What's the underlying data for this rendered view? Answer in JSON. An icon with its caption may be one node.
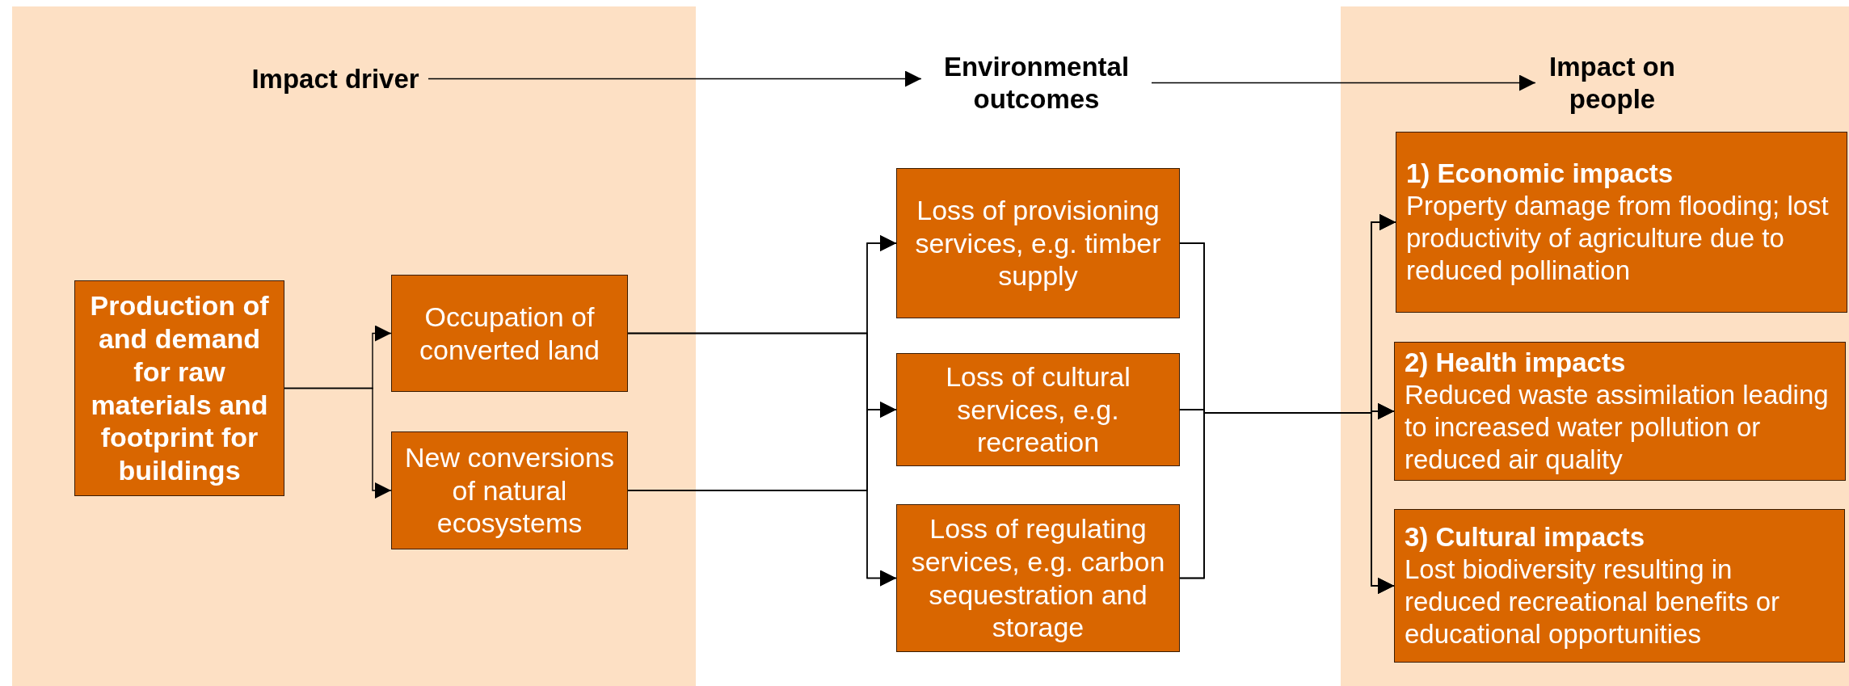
{
  "diagram": {
    "nodes": [
      {
        "text": [
          "Impact driver"
        ]
      },
      {
        "text": [
          "Environmental outcomes"
        ]
      },
      {
        "text": [
          "Impact on people"
        ]
      },
      {
        "text": [
          "Production of and demand for raw materials and footprint for buildings"
        ]
      },
      {
        "text": [
          "Occupation of converted land"
        ]
      },
      {
        "text": [
          "New conversions of natural ecosystems"
        ]
      },
      {
        "text": [
          "Loss of provisioning services, e.g. timber supply"
        ]
      },
      {
        "text": [
          "Loss of cultural services, e.g. recreation"
        ]
      },
      {
        "text": [
          "Loss of regulating services, e.g. carbon sequestration and storage"
        ]
      },
      {
        "text": [
          "1) Economic impacts",
          "Property damage from flooding; lost productivity of agriculture due to reduced pollination"
        ]
      },
      {
        "text": [
          "2) Health impacts",
          "Reduced waste assimilation leading to increased water pollution or reduced air quality"
        ]
      },
      {
        "text": [
          "3) Cultural impacts",
          "Lost biodiversity resulting in reduced recreational benefits or educational opportunities"
        ]
      }
    ],
    "edges": [
      {
        "from": 0,
        "to": 1,
        "arrow": "to"
      },
      {
        "from": 1,
        "to": 2,
        "arrow": "to"
      },
      {
        "from": 3,
        "to": 4,
        "arrow": "to"
      },
      {
        "from": 3,
        "to": 5,
        "arrow": "to"
      },
      {
        "from": 4,
        "to": 6,
        "arrow": "to"
      },
      {
        "from": 4,
        "to": 7,
        "arrow": "to"
      },
      {
        "from": 4,
        "to": 8,
        "arrow": "to"
      },
      {
        "from": 5,
        "to": 6,
        "arrow": "to"
      },
      {
        "from": 5,
        "to": 7,
        "arrow": "to"
      },
      {
        "from": 5,
        "to": 8,
        "arrow": "to"
      },
      {
        "from": 6,
        "to": 9,
        "arrow": "to"
      },
      {
        "from": 6,
        "to": 10,
        "arrow": "to"
      },
      {
        "from": 6,
        "to": 11,
        "arrow": "to"
      },
      {
        "from": 7,
        "to": 9,
        "arrow": "to"
      },
      {
        "from": 7,
        "to": 10,
        "arrow": "to"
      },
      {
        "from": 7,
        "to": 11,
        "arrow": "to"
      },
      {
        "from": 8,
        "to": 9,
        "arrow": "to"
      },
      {
        "from": 8,
        "to": 10,
        "arrow": "to"
      },
      {
        "from": 8,
        "to": 11,
        "arrow": "to"
      }
    ]
  }
}
